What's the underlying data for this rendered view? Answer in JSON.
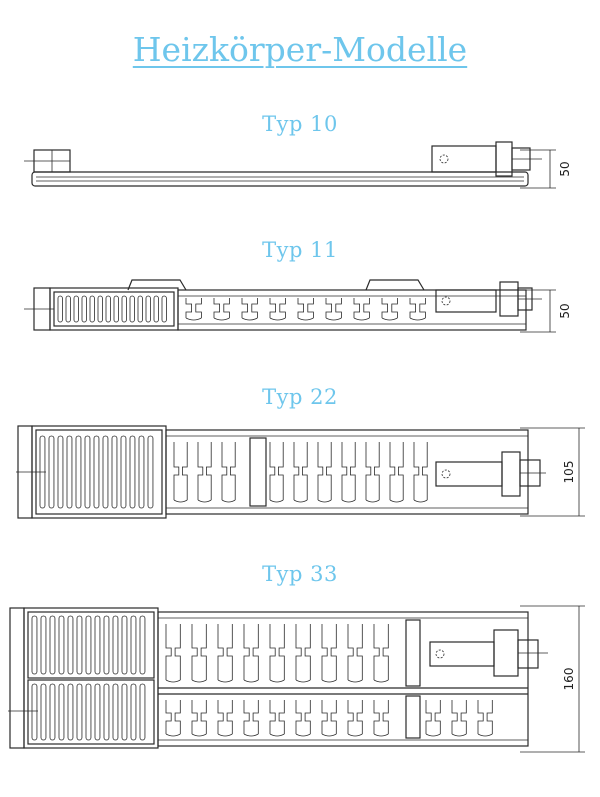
{
  "title": "Heizkörper-Modelle",
  "colors": {
    "accent": "#6ec6ec",
    "drawing": "#2a2a2a"
  },
  "models": [
    {
      "label": "Typ 10",
      "dimension": "50"
    },
    {
      "label": "Typ 11",
      "dimension": "50"
    },
    {
      "label": "Typ 22",
      "dimension": "105"
    },
    {
      "label": "Typ 33",
      "dimension": "160"
    }
  ]
}
